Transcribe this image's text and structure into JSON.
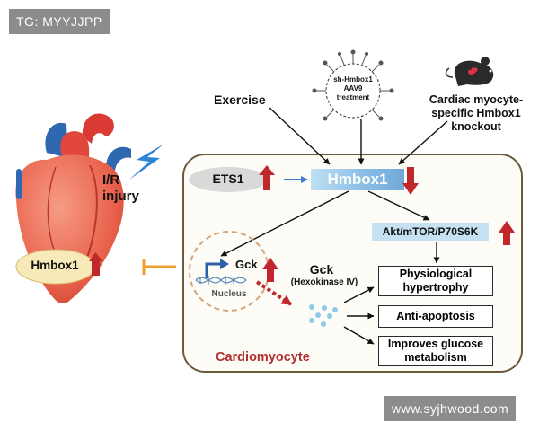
{
  "watermarks": {
    "top_left": "TG: MYYJJPP",
    "bottom_right": "www.syjhwood.com"
  },
  "labels": {
    "exercise": "Exercise",
    "sh_virus": [
      "sh-Hmbox1",
      "AAV9",
      "treatment"
    ],
    "knockout": [
      "Cardiac myocyte-",
      "specific Hmbox1",
      "knockout"
    ],
    "ir_injury": [
      "I/R",
      "injury"
    ],
    "heart_hmbox1": "Hmbox1",
    "ets1": "ETS1",
    "hmbox1": "Hmbox1",
    "akt": "Akt/mTOR/P70S6K",
    "gck_nucleus": "Gck",
    "nucleus": "Nucleus",
    "gck": "Gck",
    "gck_sub": "(Hexokinase IV)",
    "outcomes": [
      [
        "Physiological",
        "hypertrophy"
      ],
      [
        "Anti-apoptosis"
      ],
      [
        "Improves glucose",
        "metabolism"
      ]
    ],
    "cardiomyocyte": "Cardiomyocyte"
  },
  "colors": {
    "cell_border": "#6b5a3c",
    "cell_fill": "#fdfcf7",
    "hmbox1_bar": "#8fc1e6",
    "akt_bar": "#c6e2f2",
    "ets1_oval": "#d9d9d9",
    "up_arrow": "#c1272d",
    "inhibit": "#f0a030",
    "lightning": "#2b84d8",
    "nucleus": "#d4a57a",
    "cardiomyocyte_text": "#b32f2f"
  }
}
